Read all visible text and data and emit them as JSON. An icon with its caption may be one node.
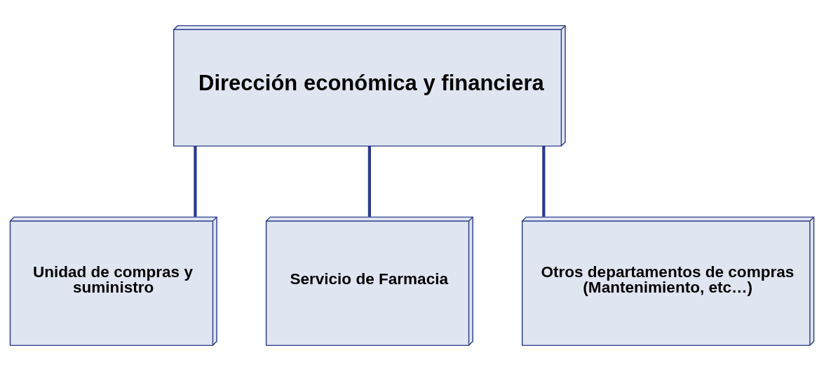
{
  "diagram": {
    "nodes": [
      {
        "text": [
          "Dirección económica y financiera"
        ]
      },
      {
        "text": [
          "Unidad de compras y suministro"
        ]
      },
      {
        "text": [
          "Servicio de Farmacia"
        ]
      },
      {
        "text": [
          "Otros departamentos de compras (Mantenimiento, etc…)"
        ]
      }
    ],
    "edges": [
      {
        "from": 0,
        "to": 1,
        "arrow": "none"
      },
      {
        "from": 0,
        "to": 2,
        "arrow": "none"
      },
      {
        "from": 0,
        "to": 3,
        "arrow": "none"
      }
    ]
  }
}
